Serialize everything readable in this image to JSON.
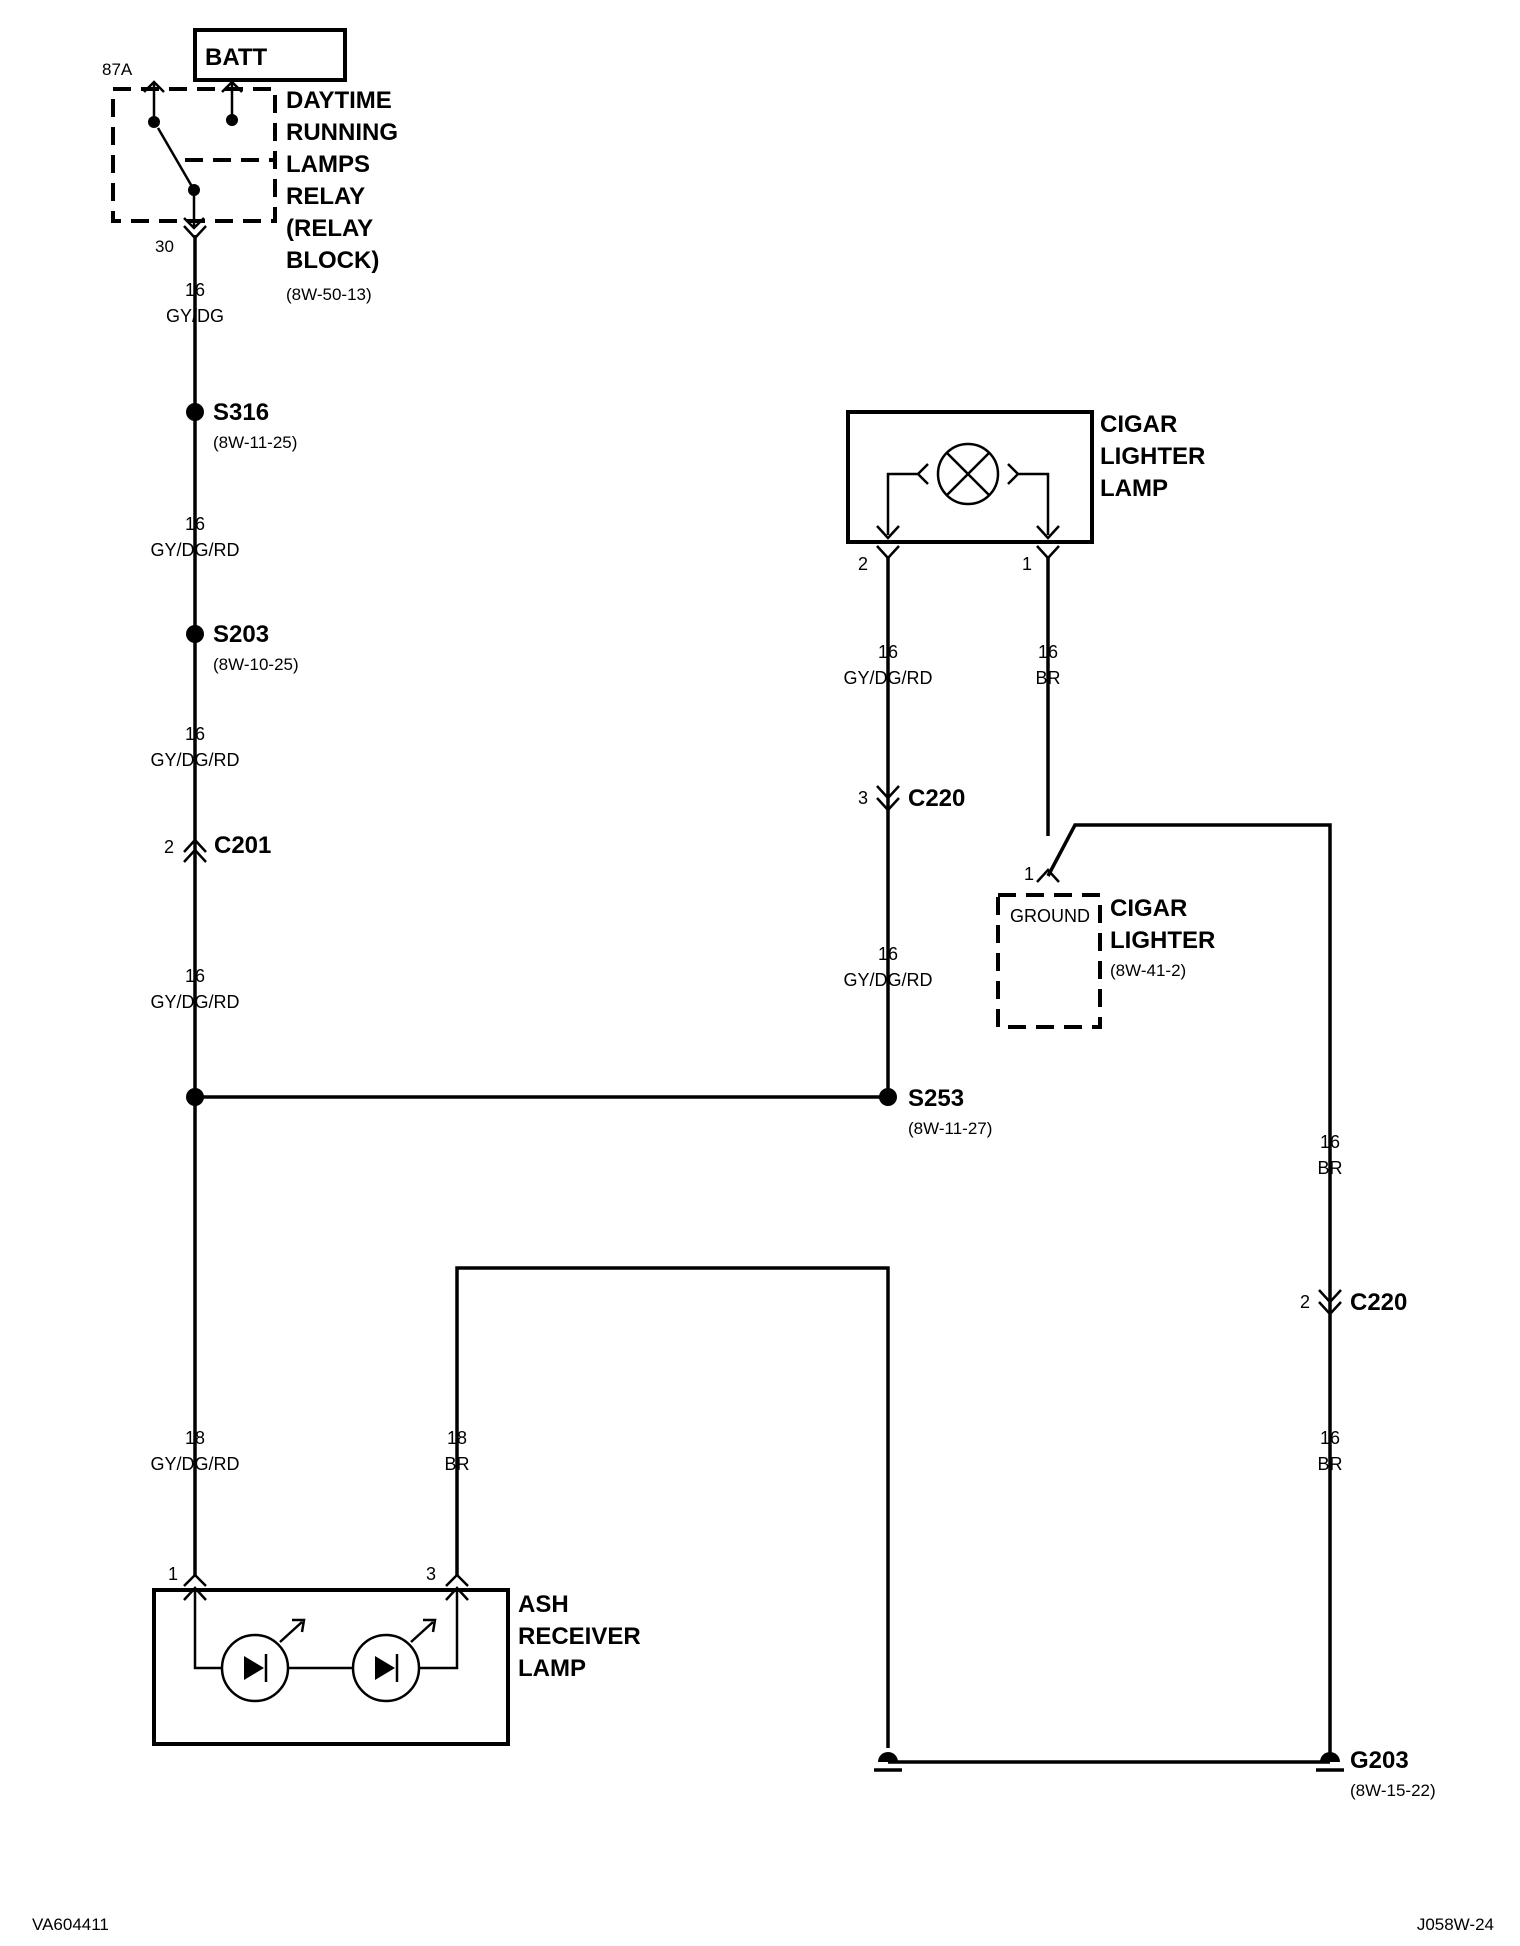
{
  "components": {
    "batt": "BATT",
    "drl_relay": {
      "lines": [
        "DAYTIME",
        "RUNNING",
        "LAMPS",
        "RELAY",
        "(RELAY",
        "BLOCK)"
      ],
      "ref": "(8W-50-13)",
      "pin_top": "87A",
      "pin_bottom": "30"
    },
    "cigar_lighter_lamp": {
      "lines": [
        "CIGAR",
        "LIGHTER",
        "LAMP"
      ],
      "pin_left": "2",
      "pin_right": "1"
    },
    "cigar_lighter": {
      "lines": [
        "CIGAR",
        "LIGHTER"
      ],
      "ref": "(8W-41-2)",
      "pin": "1",
      "inner": "GROUND"
    },
    "ash_receiver_lamp": {
      "lines": [
        "ASH",
        "RECEIVER",
        "LAMP"
      ],
      "pin_left": "1",
      "pin_right": "3"
    }
  },
  "splices": {
    "s316": {
      "name": "S316",
      "ref": "(8W-11-25)"
    },
    "s203": {
      "name": "S203",
      "ref": "(8W-10-25)"
    },
    "s253": {
      "name": "S253",
      "ref": "(8W-11-27)"
    }
  },
  "connectors": {
    "c201": {
      "name": "C201",
      "pin": "2"
    },
    "c220a": {
      "name": "C220",
      "pin": "3"
    },
    "c220b": {
      "name": "C220",
      "pin": "2"
    }
  },
  "ground": {
    "name": "G203",
    "ref": "(8W-15-22)"
  },
  "wires": {
    "w1": {
      "gauge": "16",
      "color": "GY/DG"
    },
    "w2": {
      "gauge": "16",
      "color": "GY/DG/RD"
    },
    "w3": {
      "gauge": "16",
      "color": "GY/DG/RD"
    },
    "w4": {
      "gauge": "16",
      "color": "GY/DG/RD"
    },
    "w5": {
      "gauge": "18",
      "color": "GY/DG/RD"
    },
    "w6": {
      "gauge": "18",
      "color": "BR"
    },
    "w7": {
      "gauge": "16",
      "color": "GY/DG/RD"
    },
    "w8": {
      "gauge": "16",
      "color": "GY/DG/RD"
    },
    "w9": {
      "gauge": "16",
      "color": "BR"
    },
    "w10": {
      "gauge": "16",
      "color": "BR"
    },
    "w11": {
      "gauge": "16",
      "color": "BR"
    }
  },
  "footer": {
    "left": "VA604411",
    "right": "J058W-24"
  }
}
